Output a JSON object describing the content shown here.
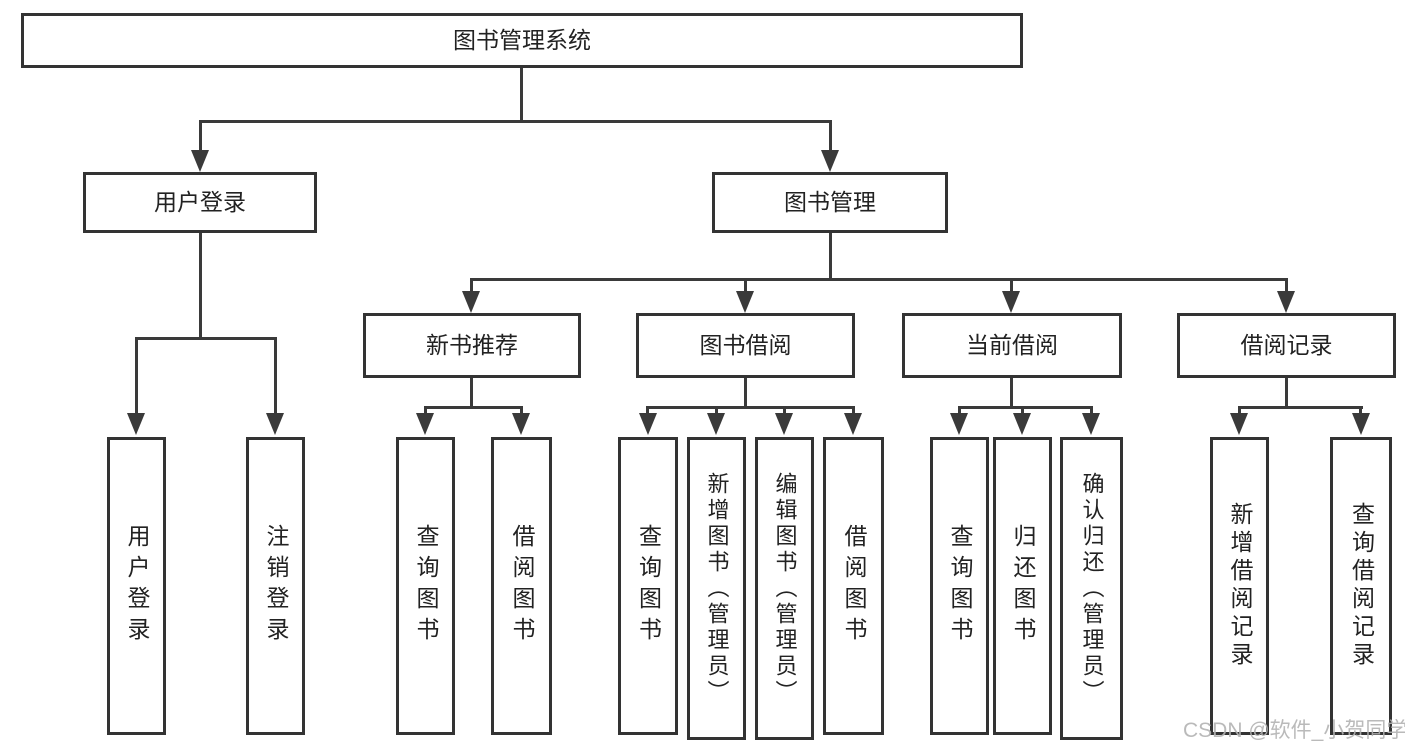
{
  "tree": {
    "root": {
      "label": "图书管理系统"
    },
    "level2": [
      {
        "label": "用户登录",
        "children": [
          {
            "label": "用户登录"
          },
          {
            "label": "注销登录"
          }
        ]
      },
      {
        "label": "图书管理",
        "children": [
          {
            "label": "新书推荐",
            "children": [
              {
                "label": "查询图书"
              },
              {
                "label": "借阅图书"
              }
            ]
          },
          {
            "label": "图书借阅",
            "children": [
              {
                "label": "查询图书"
              },
              {
                "label": "新增图书（管理员）"
              },
              {
                "label": "编辑图书（管理员）"
              },
              {
                "label": "借阅图书"
              }
            ]
          },
          {
            "label": "当前借阅",
            "children": [
              {
                "label": "查询图书"
              },
              {
                "label": "归还图书"
              },
              {
                "label": "确认归还（管理员）"
              }
            ]
          },
          {
            "label": "借阅记录",
            "children": [
              {
                "label": "新增借阅记录"
              },
              {
                "label": "查询借阅记录"
              }
            ]
          }
        ]
      }
    ]
  },
  "watermark": {
    "text": "CSDN @软件_小贺同学"
  },
  "colors": {
    "line": "#3a3a3a",
    "border": "#333333",
    "text": "#222222",
    "watermark": "#b3b3b3",
    "bg": "#ffffff"
  }
}
